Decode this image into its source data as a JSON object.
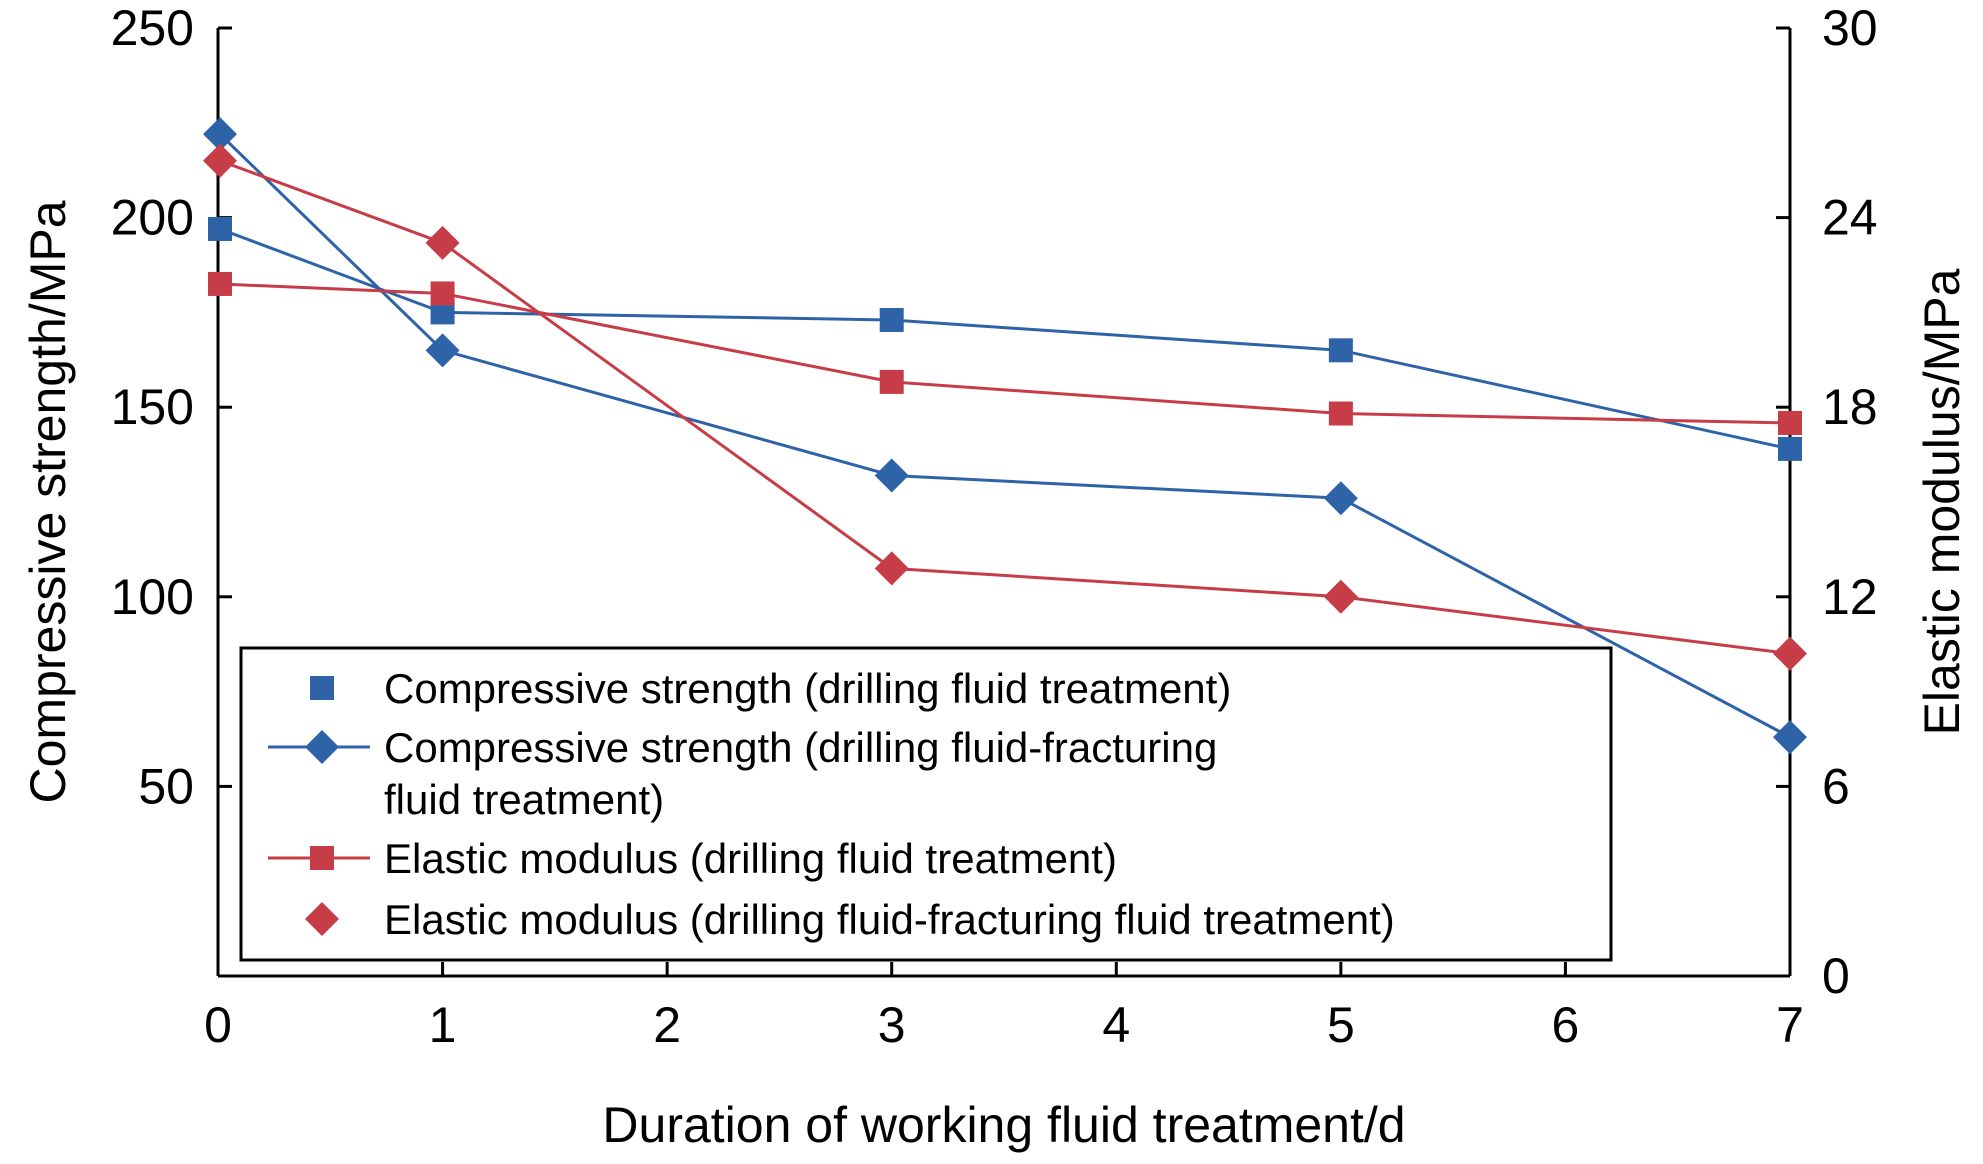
{
  "chart_data": {
    "type": "line",
    "x_axis": {
      "label": "Duration of working fluid treatment/d",
      "range": [
        0,
        7
      ],
      "ticks": [
        0,
        1,
        2,
        3,
        4,
        5,
        6,
        7
      ],
      "tick_labels": [
        "0",
        "1",
        "2",
        "3",
        "4",
        "5",
        "6",
        "7"
      ]
    },
    "y_axis_left": {
      "label": "Compressive strength/MPa",
      "range": [
        0,
        250
      ],
      "ticks": [
        50,
        100,
        150,
        200,
        250
      ],
      "tick_labels": [
        "50",
        "100",
        "150",
        "200",
        "250"
      ]
    },
    "y_axis_right": {
      "label": "Elastic modulus/MPa",
      "range": [
        0,
        30
      ],
      "ticks": [
        0,
        6,
        12,
        18,
        24,
        30
      ],
      "tick_labels": [
        "0",
        "6",
        "12",
        "18",
        "24",
        "30"
      ]
    },
    "grid": false,
    "legend_position": "lower-left",
    "series": [
      {
        "name": "Compressive strength (drilling fluid treatment)",
        "axis": "left",
        "marker": "square",
        "color": "#2e63a8",
        "x": [
          0,
          1,
          3,
          5,
          7
        ],
        "y": [
          197,
          175,
          173,
          165,
          139
        ]
      },
      {
        "name": "Compressive strength (drilling fluid-fracturing fluid treatment)",
        "axis": "left",
        "marker": "diamond",
        "color": "#2e63a8",
        "x": [
          0,
          1,
          3,
          5,
          7
        ],
        "y": [
          222,
          165,
          132,
          126,
          63
        ]
      },
      {
        "name": "Elastic modulus (drilling fluid treatment)",
        "axis": "right",
        "marker": "square",
        "color": "#c63d47",
        "x": [
          0,
          1,
          3,
          5,
          7
        ],
        "y": [
          21.9,
          21.6,
          18.8,
          17.8,
          17.5
        ]
      },
      {
        "name": "Elastic modulus (drilling fluid-fracturing fluid treatment)",
        "axis": "right",
        "marker": "diamond",
        "color": "#c63d47",
        "x": [
          0,
          1,
          3,
          5,
          7
        ],
        "y": [
          25.8,
          23.2,
          12.9,
          12.0,
          10.2
        ]
      }
    ],
    "legend": [
      {
        "lines": [
          "Compressive strength (drilling fluid treatment)"
        ],
        "marker": "square",
        "color": "#2e63a8",
        "line": false
      },
      {
        "lines": [
          "Compressive strength (drilling fluid-fracturing",
          "fluid treatment)"
        ],
        "marker": "diamond",
        "color": "#2e63a8",
        "line": true
      },
      {
        "lines": [
          "Elastic modulus (drilling fluid treatment)"
        ],
        "marker": "square",
        "color": "#c63d47",
        "line": true
      },
      {
        "lines": [
          "Elastic modulus (drilling fluid-fracturing fluid treatment)"
        ],
        "marker": "diamond",
        "color": "#c63d47",
        "line": false
      }
    ]
  }
}
